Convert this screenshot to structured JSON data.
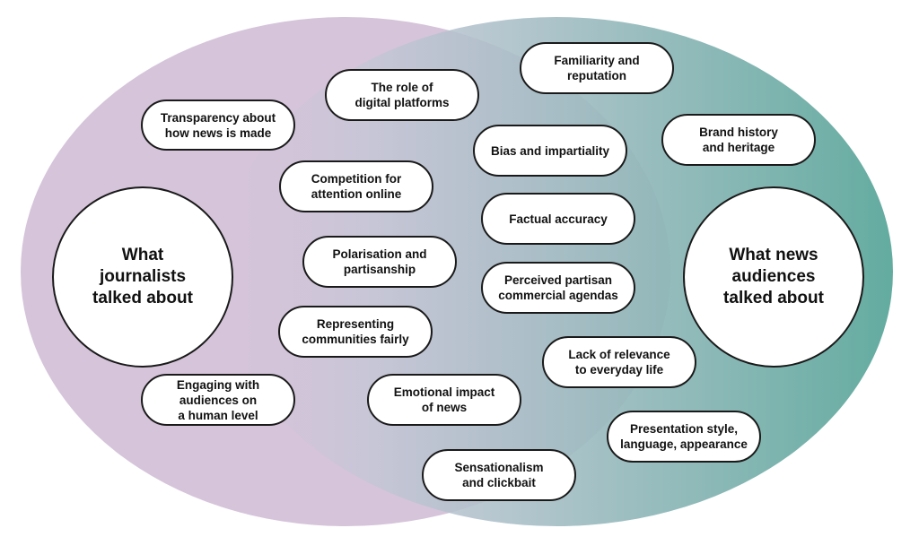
{
  "colors": {
    "journalists": "#d6c4da",
    "audiences": "#62ab9f"
  },
  "circles": {
    "journalists": "What\njournalists\ntalked about",
    "audiences": "What news\naudiences\ntalked about"
  },
  "journalist_topics": [
    "Transparency about\nhow news is made",
    "Engaging with\naudiences on\na human level"
  ],
  "shared_topics": [
    "The role of\ndigital platforms",
    "Competition for\nattention online",
    "Polarisation and\npartisanship",
    "Representing\ncommunities fairly",
    "Emotional impact\nof news",
    "Sensationalism\nand clickbait"
  ],
  "audience_topics": [
    "Familiarity and\nreputation",
    "Brand history\nand heritage",
    "Bias and impartiality",
    "Factual accuracy",
    "Perceived partisan\ncommercial agendas",
    "Lack of relevance\nto everyday life",
    "Presentation style,\nlanguage, appearance"
  ]
}
